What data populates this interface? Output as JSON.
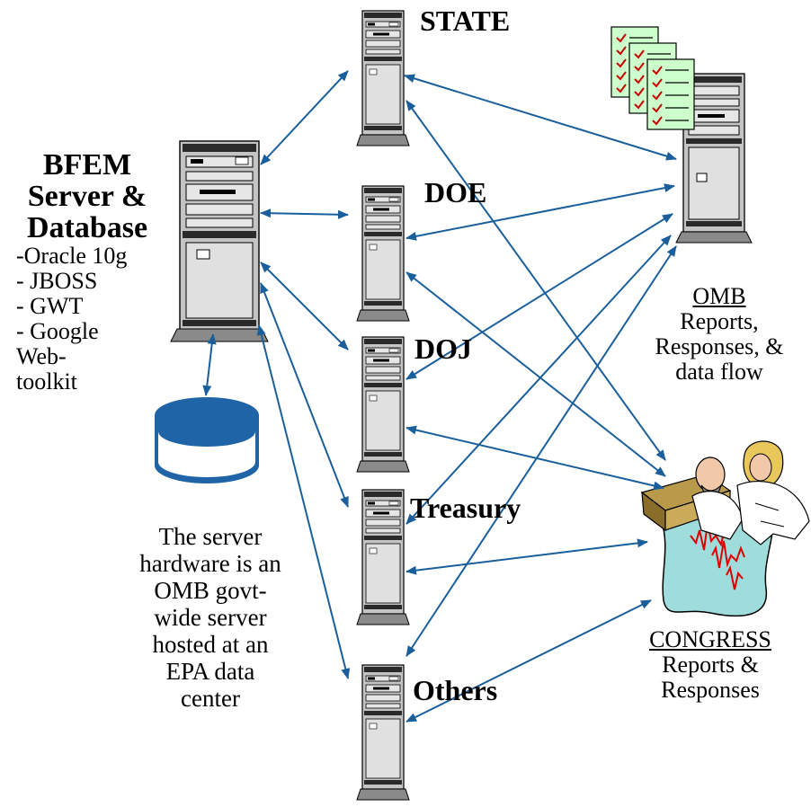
{
  "bfem": {
    "title_line1": "BFEM",
    "title_line2": "Server &",
    "title_line3": "Database",
    "items": [
      "-Oracle 10g",
      "- JBOSS",
      "- GWT",
      "- Google",
      "Web-",
      "toolkit"
    ]
  },
  "agencies": [
    "STATE",
    "DOE",
    "DOJ",
    "Treasury",
    "Others"
  ],
  "omb": {
    "title": "OMB",
    "line1": "Reports,",
    "line2": "Responses, &",
    "line3": "data flow"
  },
  "congress": {
    "title": "CONGRESS",
    "line1": "Reports &",
    "line2": "Responses"
  },
  "note": {
    "lines": [
      "The server",
      "hardware is an",
      "OMB govt-",
      "wide server",
      "hosted at an",
      "EPA data",
      "center"
    ]
  },
  "colors": {
    "arrow": "#1a5f9c",
    "database": "#1f64a6",
    "server_body": "#c0c0c0",
    "server_dark": "#2a2a2a",
    "checklist": "#ccffcc",
    "check": "#cc0000"
  }
}
